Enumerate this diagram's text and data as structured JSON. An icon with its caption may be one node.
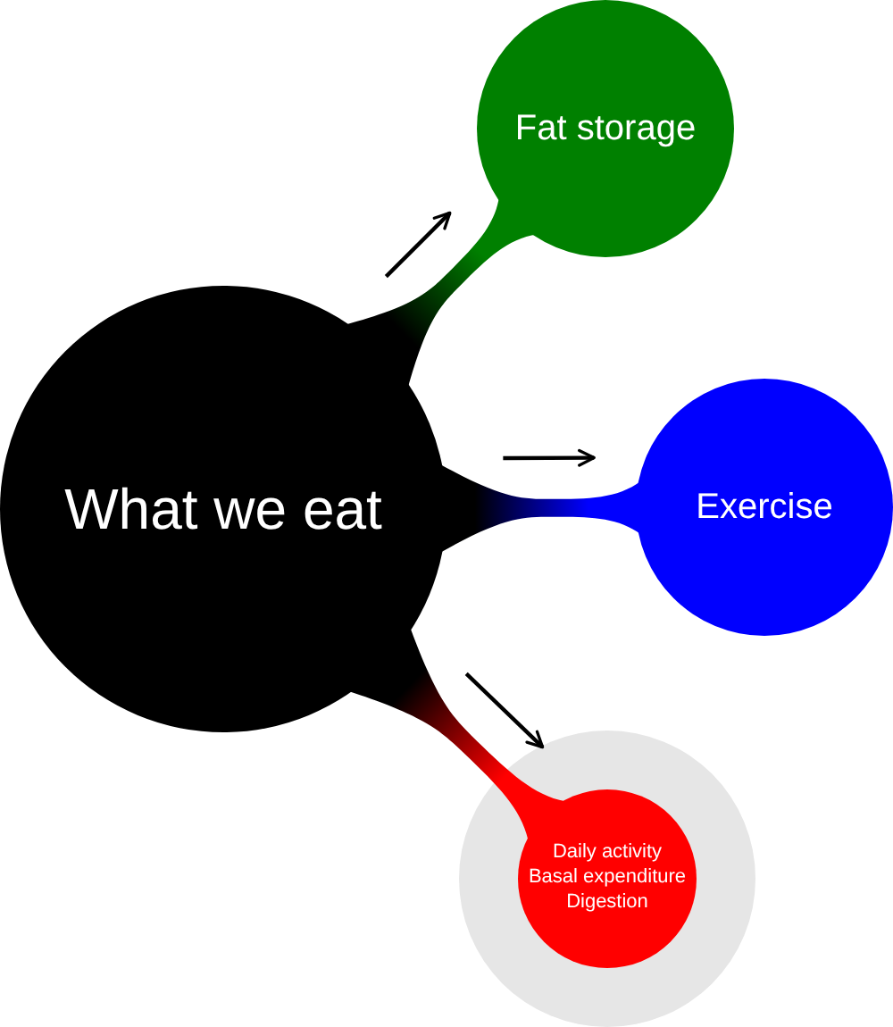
{
  "diagram": {
    "nodes": [
      {
        "text": [
          "What we eat"
        ]
      },
      {
        "text": [
          "Fat storage"
        ]
      },
      {
        "text": [
          "Exercise"
        ]
      },
      {
        "text": [],
        "shape": "circle"
      },
      {
        "text": [
          "Daily activity",
          "Basal expenditure",
          "Digestion"
        ],
        "in": 3
      }
    ],
    "edges": [
      {
        "from": 0,
        "to": 1,
        "arrow": "to"
      },
      {
        "from": 0,
        "to": 2,
        "arrow": "to"
      },
      {
        "from": 0,
        "to": 4,
        "arrow": "to"
      }
    ]
  }
}
